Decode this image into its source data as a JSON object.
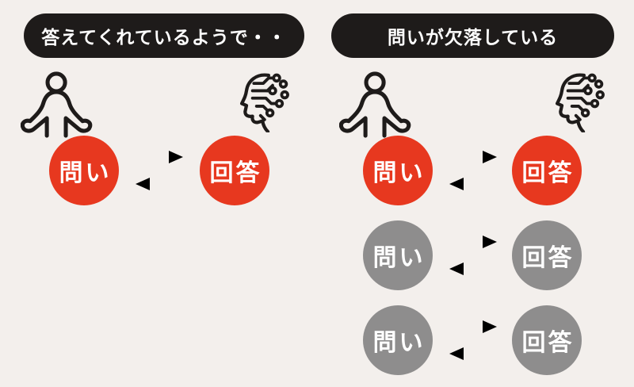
{
  "page": {
    "background": "#F3EFEC"
  },
  "colors": {
    "ink": "#1E1B1A",
    "accent_red": "#E7381F",
    "inactive_gray": "#8E8D8D",
    "pill_text": "#FFFFFF",
    "text_on_circle": "#FFFFFF"
  },
  "panels": [
    {
      "title": "答えてくれているようで・・",
      "human_icon": "person-shrug-icon",
      "ai_icon": "ai-circuit-head-icon",
      "rows": [
        {
          "question": "問い",
          "answer": "回答",
          "state": "active"
        }
      ]
    },
    {
      "title": "問いが欠落している",
      "human_icon": "person-shrug-icon",
      "ai_icon": "ai-circuit-head-icon",
      "rows": [
        {
          "question": "問い",
          "answer": "回答",
          "state": "active"
        },
        {
          "question": "問い",
          "answer": "回答",
          "state": "inactive"
        },
        {
          "question": "問い",
          "answer": "回答",
          "state": "inactive"
        }
      ]
    }
  ]
}
